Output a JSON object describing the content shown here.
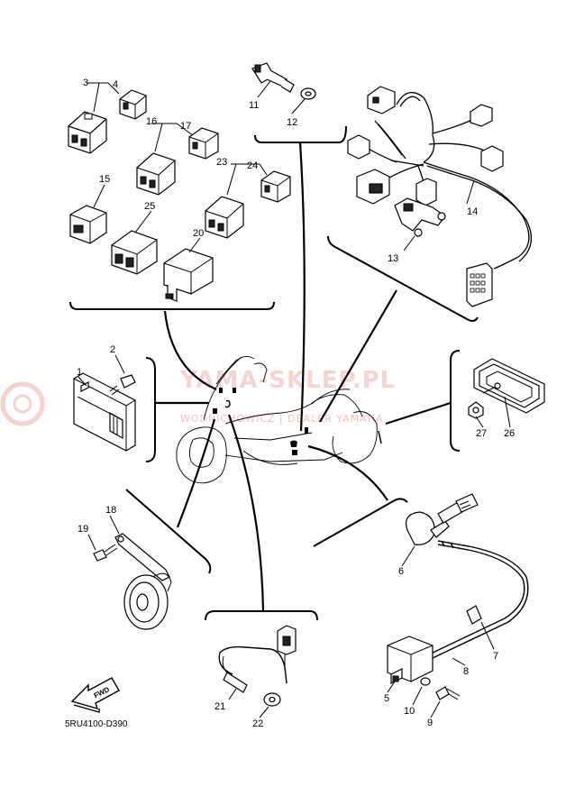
{
  "diagram_code": "5RU4100-D390",
  "fwd_label": "FWD",
  "watermark": {
    "main": "YAMA-SKLEP.PL",
    "sub": "WODNICHOWICZ | DEALER YAMAHA"
  },
  "callouts": {
    "c1": "1",
    "c2": "2",
    "c3": "3",
    "c4": "4",
    "c5": "5",
    "c6": "6",
    "c7": "7",
    "c8": "8",
    "c9": "9",
    "c10": "10",
    "c11": "11",
    "c12": "12",
    "c13": "13",
    "c14": "14",
    "c15": "15",
    "c16": "16",
    "c17": "17",
    "c18": "18",
    "c19": "19",
    "c20": "20",
    "c21": "21",
    "c22": "22",
    "c23": "23",
    "c24": "24",
    "c25": "25",
    "c26": "26",
    "c27": "27"
  }
}
